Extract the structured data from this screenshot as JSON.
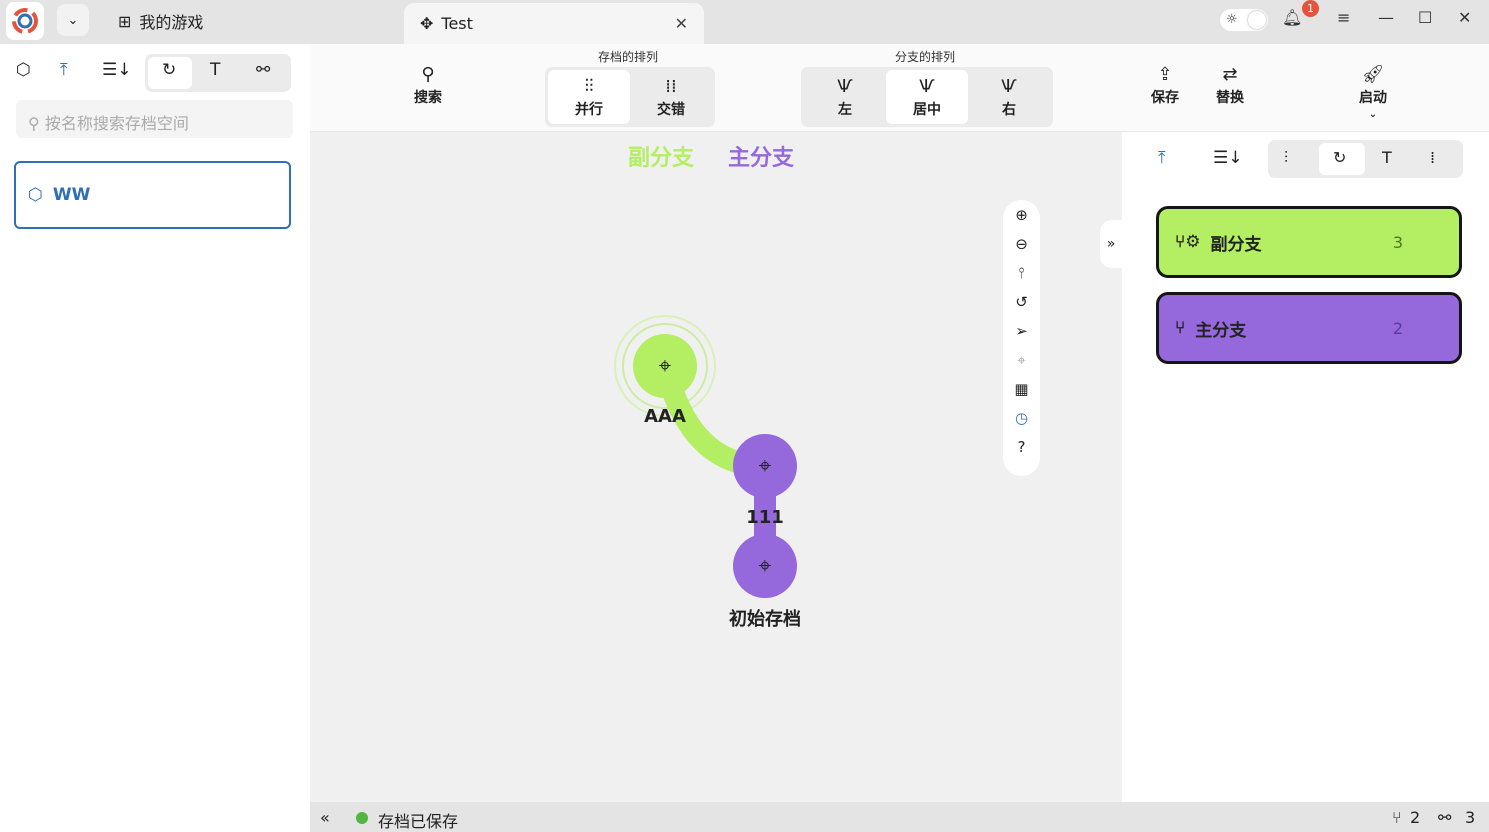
{
  "titlebar": {
    "workspace_tab": "我的游戏",
    "game_tab": "Test",
    "notification_count": "1"
  },
  "left": {
    "search_placeholder": "按名称搜索存档空间",
    "workspaces": [
      {
        "name": "WW"
      }
    ]
  },
  "toolbar": {
    "search": "搜索",
    "save_order_label": "存档的排列",
    "save_order": [
      {
        "label": "并行",
        "selected": true
      },
      {
        "label": "交错",
        "selected": false
      }
    ],
    "branch_order_label": "分支的排列",
    "branch_order": [
      {
        "label": "左",
        "selected": false
      },
      {
        "label": "居中",
        "selected": true
      },
      {
        "label": "右",
        "selected": false
      }
    ],
    "save": "保存",
    "replace": "替换",
    "launch": "启动"
  },
  "graph": {
    "legend": [
      {
        "label": "副分支",
        "color": "#b3ee63"
      },
      {
        "label": "主分支",
        "color": "#9568dc"
      }
    ],
    "nodes": [
      {
        "label": "AAA",
        "branch": "副分支"
      },
      {
        "label": "111",
        "branch": "主分支"
      },
      {
        "label": "初始存档",
        "branch": "主分支"
      }
    ]
  },
  "branches": [
    {
      "name": "副分支",
      "count": "3",
      "color": "#b3ee63"
    },
    {
      "name": "主分支",
      "count": "2",
      "color": "#9568dc"
    }
  ],
  "status": {
    "text": "存档已保存",
    "branch_count": "2",
    "save_count": "3",
    "dot_color": "#52b640"
  }
}
